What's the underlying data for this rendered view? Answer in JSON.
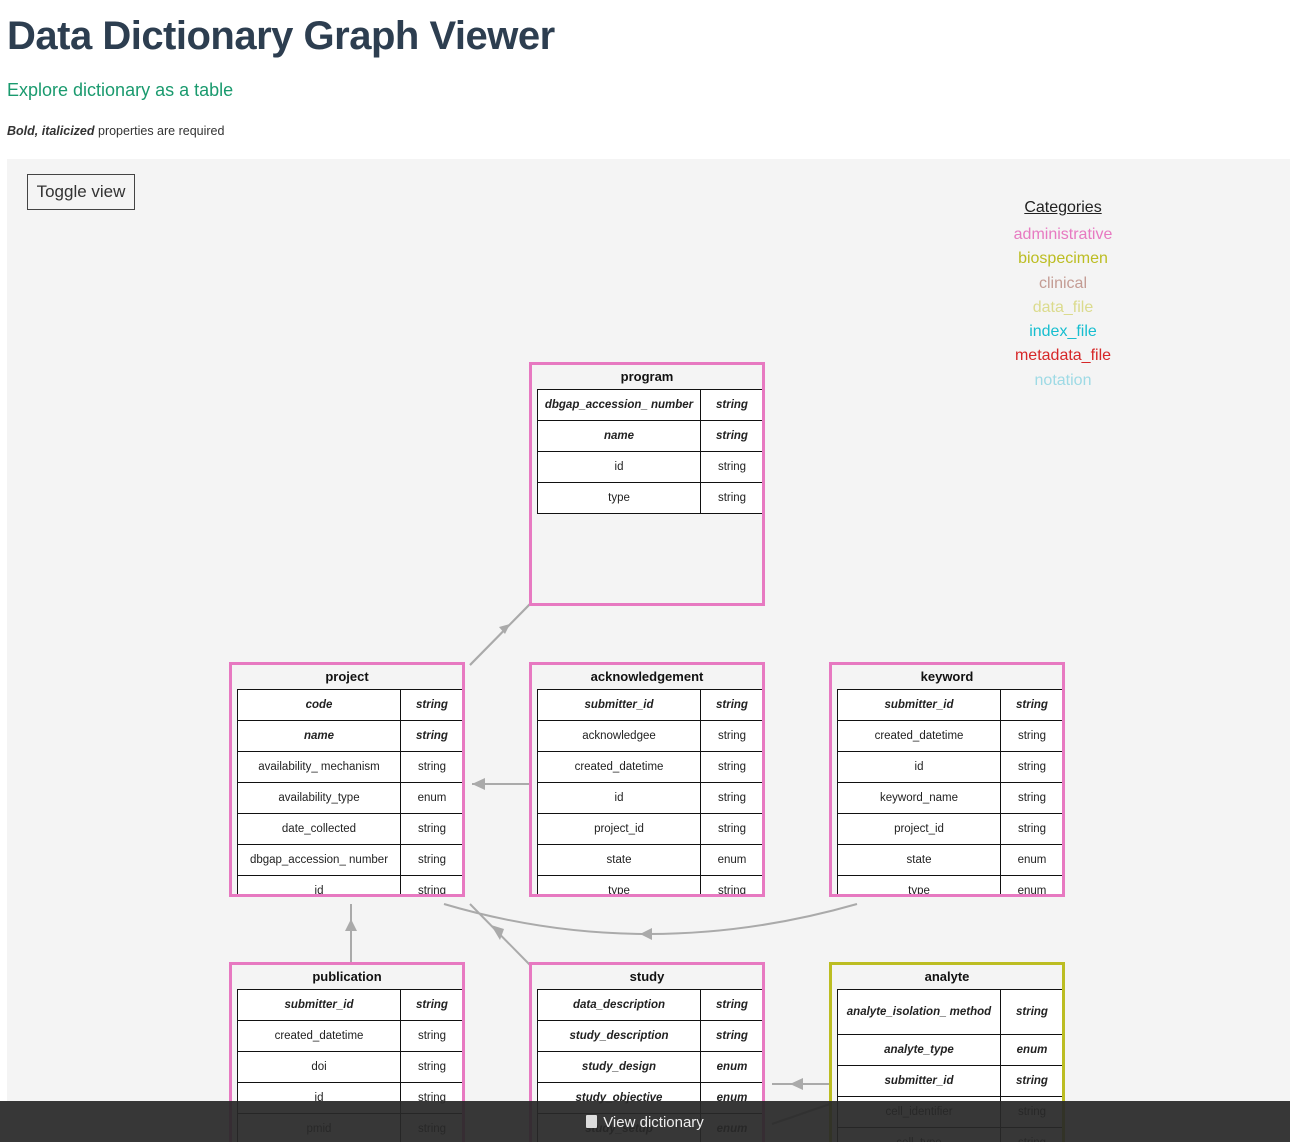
{
  "header": {
    "title": "Data Dictionary Graph Viewer",
    "table_link": "Explore dictionary as a table",
    "required_note_bold": "Bold, italicized",
    "required_note_rest": " properties are required"
  },
  "toolbar": {
    "toggle_label": "Toggle view"
  },
  "legend": {
    "title": "Categories",
    "items": [
      {
        "label": "administrative",
        "color": "#e779c1"
      },
      {
        "label": "biospecimen",
        "color": "#bcbd22"
      },
      {
        "label": "clinical",
        "color": "#c49c94"
      },
      {
        "label": "data_file",
        "color": "#dbdb8d"
      },
      {
        "label": "index_file",
        "color": "#17becf"
      },
      {
        "label": "metadata_file",
        "color": "#d62728"
      },
      {
        "label": "notation",
        "color": "#9edae5"
      }
    ]
  },
  "nodes": {
    "program": {
      "title": "program",
      "rows": [
        {
          "name": "dbgap_accession_ number",
          "type": "string",
          "req": true
        },
        {
          "name": "name",
          "type": "string",
          "req": true
        },
        {
          "name": "id",
          "type": "string",
          "req": false
        },
        {
          "name": "type",
          "type": "string",
          "req": false
        }
      ]
    },
    "project": {
      "title": "project",
      "rows": [
        {
          "name": "code",
          "type": "string",
          "req": true
        },
        {
          "name": "name",
          "type": "string",
          "req": true
        },
        {
          "name": "availability_ mechanism",
          "type": "string",
          "req": false
        },
        {
          "name": "availability_type",
          "type": "enum",
          "req": false
        },
        {
          "name": "date_collected",
          "type": "string",
          "req": false
        },
        {
          "name": "dbgap_accession_ number",
          "type": "string",
          "req": false
        },
        {
          "name": "id",
          "type": "string",
          "req": false
        }
      ]
    },
    "acknowledgement": {
      "title": "acknowledgement",
      "rows": [
        {
          "name": "submitter_id",
          "type": "string",
          "req": true
        },
        {
          "name": "acknowledgee",
          "type": "string",
          "req": false
        },
        {
          "name": "created_datetime",
          "type": "string",
          "req": false
        },
        {
          "name": "id",
          "type": "string",
          "req": false
        },
        {
          "name": "project_id",
          "type": "string",
          "req": false
        },
        {
          "name": "state",
          "type": "enum",
          "req": false
        },
        {
          "name": "type",
          "type": "string",
          "req": false
        }
      ]
    },
    "keyword": {
      "title": "keyword",
      "rows": [
        {
          "name": "submitter_id",
          "type": "string",
          "req": true
        },
        {
          "name": "created_datetime",
          "type": "string",
          "req": false
        },
        {
          "name": "id",
          "type": "string",
          "req": false
        },
        {
          "name": "keyword_name",
          "type": "string",
          "req": false
        },
        {
          "name": "project_id",
          "type": "string",
          "req": false
        },
        {
          "name": "state",
          "type": "enum",
          "req": false
        },
        {
          "name": "type",
          "type": "enum",
          "req": false
        }
      ]
    },
    "publication": {
      "title": "publication",
      "rows": [
        {
          "name": "submitter_id",
          "type": "string",
          "req": true
        },
        {
          "name": "created_datetime",
          "type": "string",
          "req": false
        },
        {
          "name": "doi",
          "type": "string",
          "req": false
        },
        {
          "name": "id",
          "type": "string",
          "req": false
        },
        {
          "name": "pmid",
          "type": "string",
          "req": false
        }
      ]
    },
    "study": {
      "title": "study",
      "rows": [
        {
          "name": "data_description",
          "type": "string",
          "req": true
        },
        {
          "name": "study_description",
          "type": "string",
          "req": true
        },
        {
          "name": "study_design",
          "type": "enum",
          "req": true
        },
        {
          "name": "study_objective",
          "type": "enum",
          "req": true
        },
        {
          "name": "study_setup",
          "type": "enum",
          "req": true
        }
      ]
    },
    "analyte": {
      "title": "analyte",
      "rows": [
        {
          "name": "analyte_isolation_ method",
          "type": "string",
          "req": true
        },
        {
          "name": "analyte_type",
          "type": "enum",
          "req": true
        },
        {
          "name": "submitter_id",
          "type": "string",
          "req": true
        },
        {
          "name": "cell_identifier",
          "type": "string",
          "req": false
        },
        {
          "name": "cell_type",
          "type": "string",
          "req": false
        }
      ]
    }
  },
  "footer": {
    "view_dictionary": "View dictionary"
  }
}
